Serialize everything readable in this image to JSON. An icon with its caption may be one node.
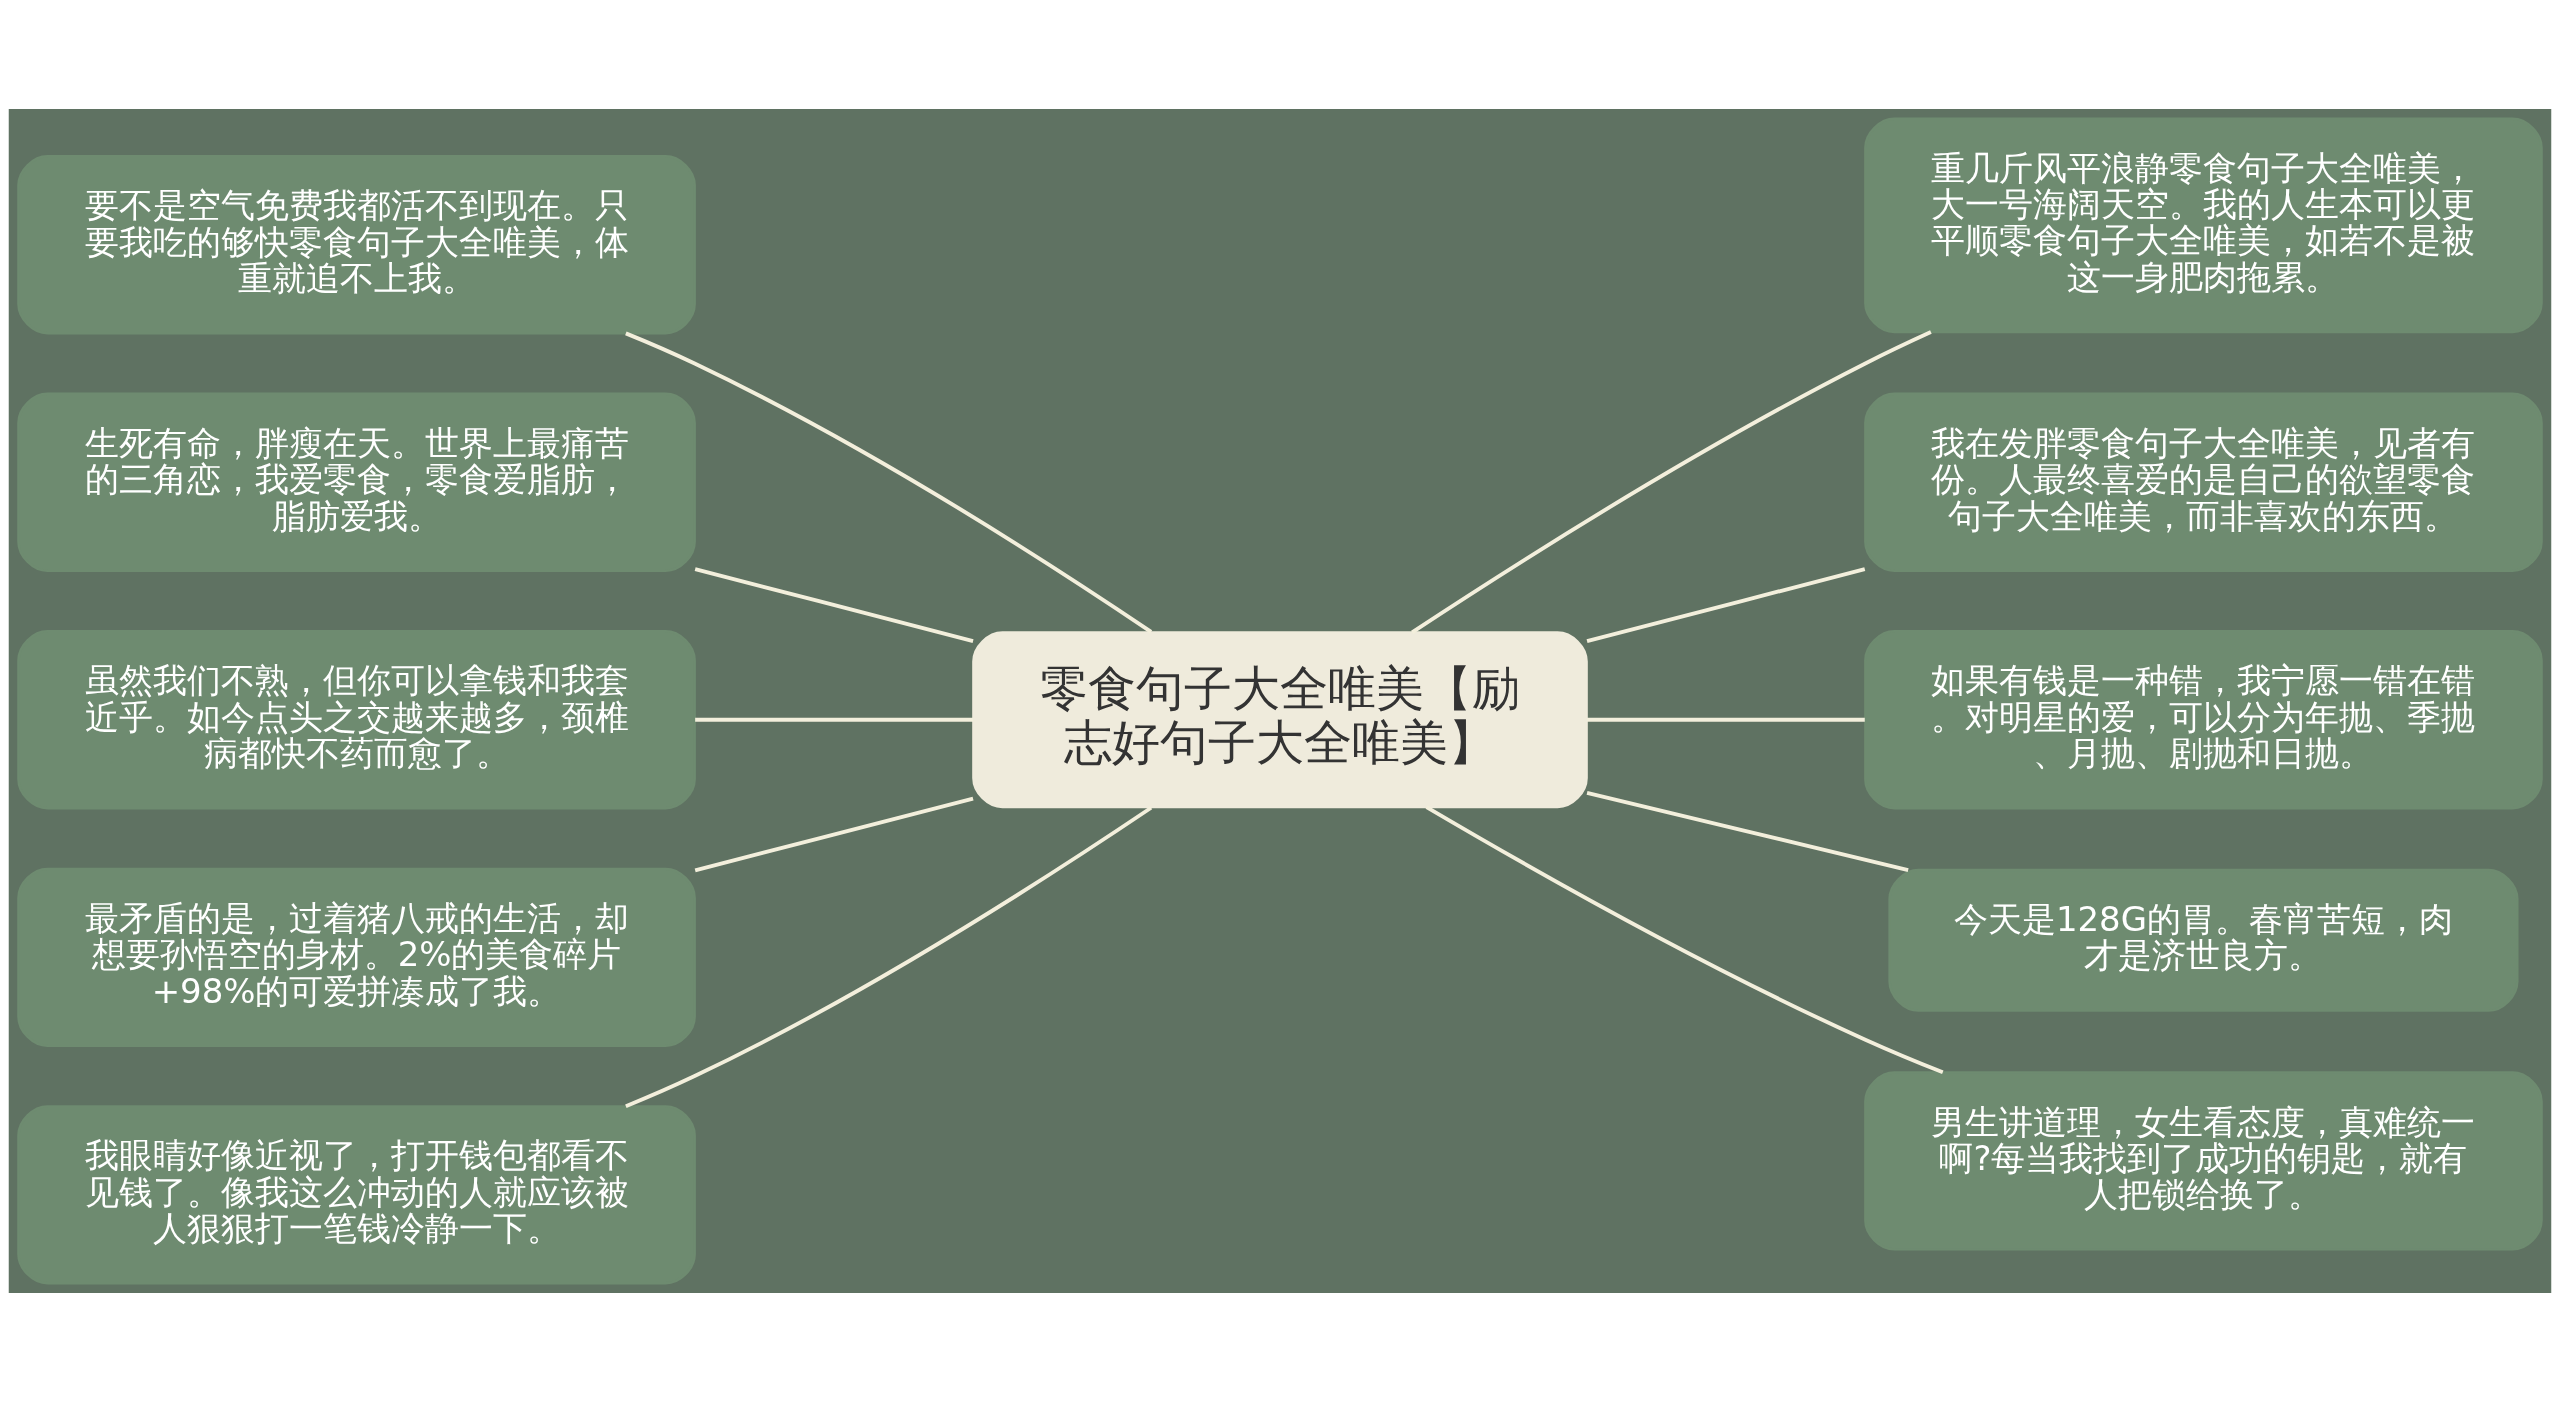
{
  "diagram": {
    "nodes": [
      {
        "text": [
          "零食句子大全唯美【励志好句子大全唯美】"
        ]
      },
      {
        "text": [
          "要不是空气免费我都活不到现在。只要我吃的够快零食句子大全唯美，体重就追不上我。"
        ]
      },
      {
        "text": [
          "生死有命，胖瘦在天。世界上最痛苦的三角恋，我爱零食，零食爱脂肪，脂肪爱我。"
        ]
      },
      {
        "text": [
          "虽然我们不熟，但你可以拿钱和我套近乎。如今点头之交越来越多，颈椎病都快不药而愈了。"
        ]
      },
      {
        "text": [
          "最矛盾的是，过着猪八戒的生活，却想要孙悟空的身材。2%的美食碎片+98%的可爱拼凑成了我。"
        ]
      },
      {
        "text": [
          "我眼睛好像近视了，打开钱包都看不见钱了。像我这么冲动的人就应该被人狠狠打一笔钱冷静一下。"
        ]
      },
      {
        "text": [
          "重几斤风平浪静零食句子大全唯美，大一号海阔天空。我的人生本可以更平顺零食句子大全唯美，如若不是被这一身肥肉拖累。"
        ]
      },
      {
        "text": [
          "我在发胖零食句子大全唯美，见者有份。人最终喜爱的是自己的欲望零食句子大全唯美，而非喜欢的东西。"
        ]
      },
      {
        "text": [
          "如果有钱是一种错，我宁愿一错在错。对明星的爱，可以分为年抛、季抛、月抛、剧抛和日抛。"
        ]
      },
      {
        "text": [
          "今天是128G的胃。春宵苦短，肉才是济世良方。"
        ]
      },
      {
        "text": [
          "男生讲道理，女生看态度，真难统一啊?每当我找到了成功的钥匙，就有人把锁给换了。"
        ]
      }
    ],
    "edges": [
      {
        "from": 0,
        "to": 1,
        "arrow": "none"
      },
      {
        "from": 0,
        "to": 2,
        "arrow": "none"
      },
      {
        "from": 0,
        "to": 3,
        "arrow": "none"
      },
      {
        "from": 0,
        "to": 4,
        "arrow": "none"
      },
      {
        "from": 0,
        "to": 5,
        "arrow": "none"
      },
      {
        "from": 0,
        "to": 6,
        "arrow": "none"
      },
      {
        "from": 0,
        "to": 7,
        "arrow": "none"
      },
      {
        "from": 0,
        "to": 8,
        "arrow": "none"
      },
      {
        "from": 0,
        "to": 9,
        "arrow": "none"
      },
      {
        "from": 0,
        "to": 10,
        "arrow": "none"
      }
    ]
  }
}
